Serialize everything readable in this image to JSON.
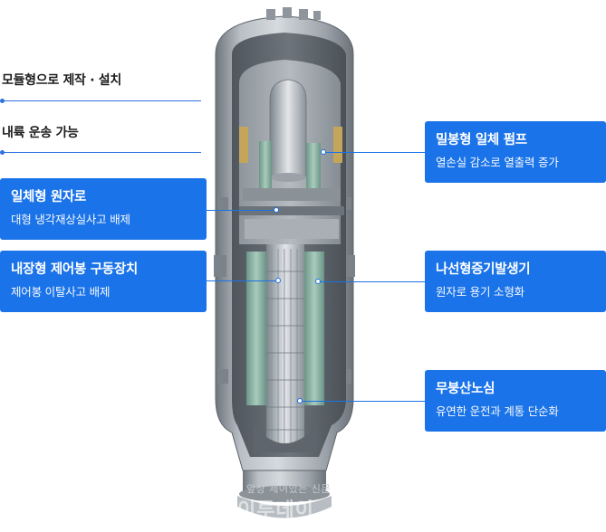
{
  "labels": {
    "modular": "모듈형으로 제작 · 설치",
    "inland": "내륙 운송 가능"
  },
  "callouts": {
    "integral": {
      "title": "일체형 원자로",
      "sub": "대형 냉각재상실사고 배제"
    },
    "crdm": {
      "title": "내장형 제어봉 구동장치",
      "sub": "제어봉 이탈사고 배제"
    },
    "pump": {
      "title": "밀봉형 일체 펌프",
      "sub": "열손실 감소로 열출력 증가"
    },
    "steam": {
      "title": "나선형증기발생기",
      "sub": "원자로 용기 소형화"
    },
    "boron": {
      "title": "무붕산노심",
      "sub": "유연한 운전과 계통 단순화"
    }
  },
  "watermark": {
    "small": "앞상 제어있는 신문",
    "big": "이투데이"
  },
  "colors": {
    "accent": "#1a73e8",
    "vessel": "#9aa1a8",
    "core_green": "#8fb7a9"
  }
}
